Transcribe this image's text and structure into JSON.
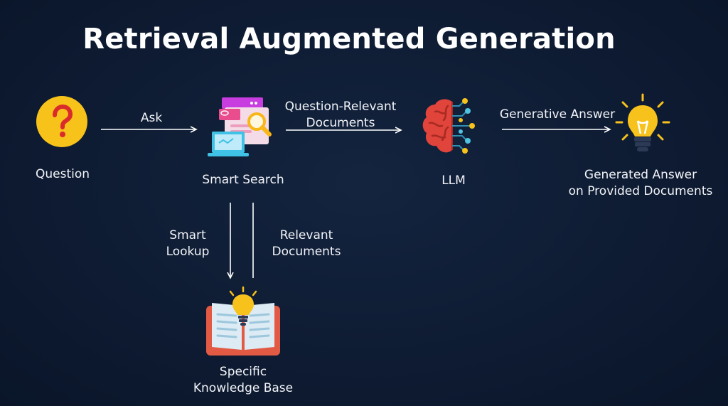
{
  "title": "Retrieval Augmented Generation",
  "nodes": {
    "question": {
      "label": "Question",
      "icon": "question-mark-icon"
    },
    "smart_search": {
      "label": "Smart Search",
      "icon": "smart-search-icon"
    },
    "llm": {
      "label": "LLM",
      "icon": "brain-icon"
    },
    "generated_answer": {
      "label_line1": "Generated Answer",
      "label_line2": "on Provided Documents",
      "icon": "lightbulb-icon"
    },
    "knowledge_base": {
      "label_line1": "Specific",
      "label_line2": "Knowledge Base",
      "icon": "open-book-icon"
    }
  },
  "edges": {
    "ask": {
      "label": "Ask"
    },
    "question_relevant": {
      "label_line1": "Question-Relevant",
      "label_line2": "Documents"
    },
    "generative_answer": {
      "label": "Generative Answer"
    },
    "smart_lookup": {
      "label_line1": "Smart",
      "label_line2": "Lookup"
    },
    "relevant_documents": {
      "label_line1": "Relevant",
      "label_line2": "Documents"
    }
  },
  "colors": {
    "background": "#0f1d35",
    "question_yellow": "#f7c21a",
    "question_mark_red": "#d92b2b",
    "brain_red": "#e0443a",
    "bulb_yellow": "#f8c21c",
    "book_red": "#e25a43",
    "arrow_white": "#ffffff"
  }
}
